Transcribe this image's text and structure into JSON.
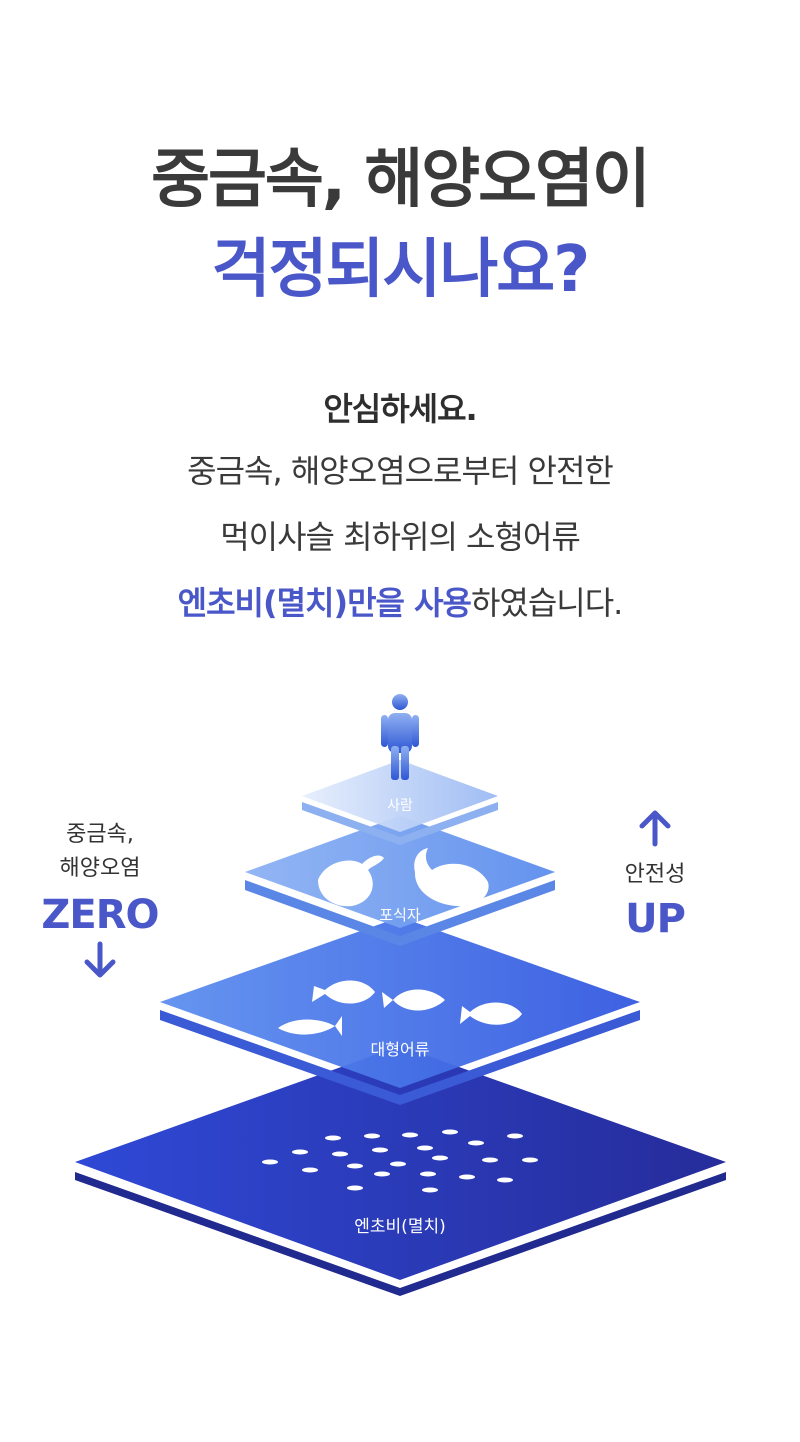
{
  "headline": {
    "line1": "중금속, 해양오염이",
    "line2": "걱정되시나요?"
  },
  "body": {
    "line0": "안심하세요.",
    "line1": "중금속, 해양오염으로부터 안전한",
    "line2": "먹이사슬 최하위의 소형어류",
    "line3_highlight": "엔초비(멸치)만을 사용",
    "line3_rest": "하였습니다."
  },
  "left_side": {
    "label_line1": "중금속,",
    "label_line2": "해양오염",
    "value": "ZERO",
    "arrow_icon": "arrow-down-icon"
  },
  "right_side": {
    "label": "안전성",
    "value": "UP",
    "arrow_icon": "arrow-up-icon"
  },
  "pyramid": {
    "layers": [
      {
        "label": "사람",
        "icon": "person-icon"
      },
      {
        "label": "포식자",
        "icon": "seal-whale-icon"
      },
      {
        "label": "대형어류",
        "icon": "large-fish-icon"
      },
      {
        "label": "엔초비(멸치)",
        "icon": "small-fish-school-icon"
      }
    ]
  },
  "colors": {
    "accent": "#4a57c8",
    "text": "#3a3a3a",
    "layer_top": "#b7ccf6",
    "layer_2": "#7fa6f0",
    "layer_3": "#4b7ce9",
    "layer_bottom": "#2f3fce"
  }
}
